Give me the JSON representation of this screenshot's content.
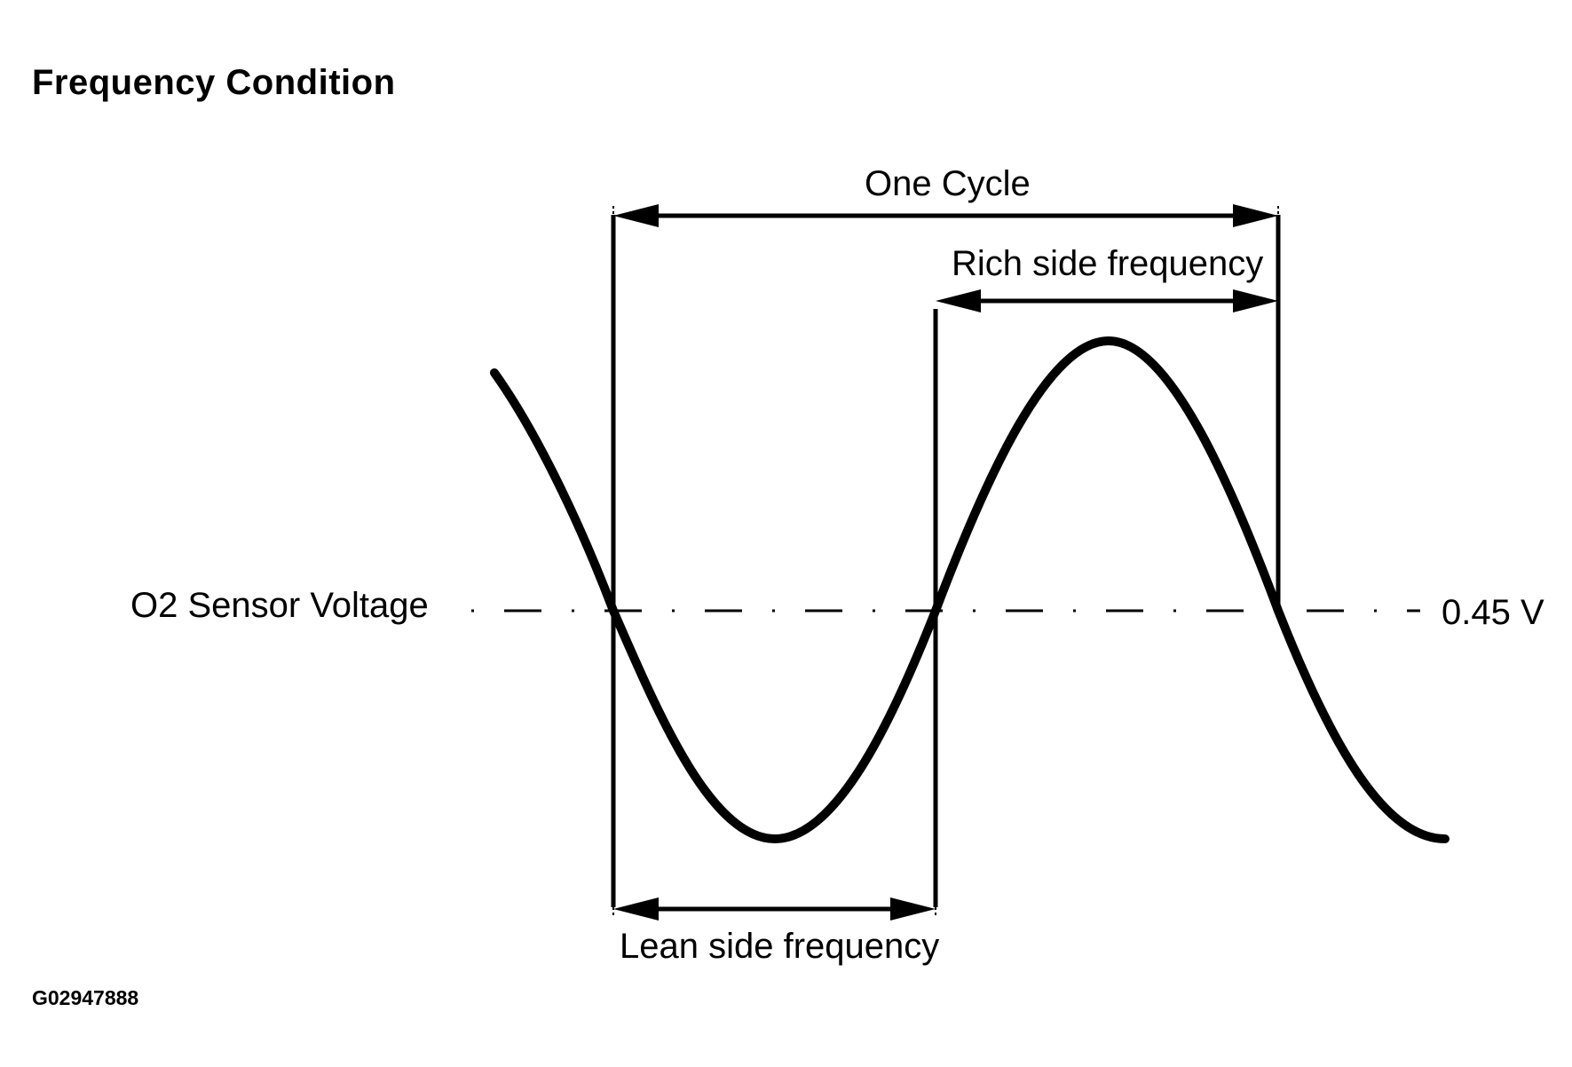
{
  "title": "Frequency Condition",
  "labels": {
    "one_cycle": "One Cycle",
    "rich_side": "Rich side frequency",
    "lean_side": "Lean side frequency",
    "sensor_voltage": "O2 Sensor Voltage",
    "threshold": "0.45 V"
  },
  "figure_code": "G02947888",
  "colors": {
    "ink": "#000000",
    "background": "#ffffff"
  }
}
